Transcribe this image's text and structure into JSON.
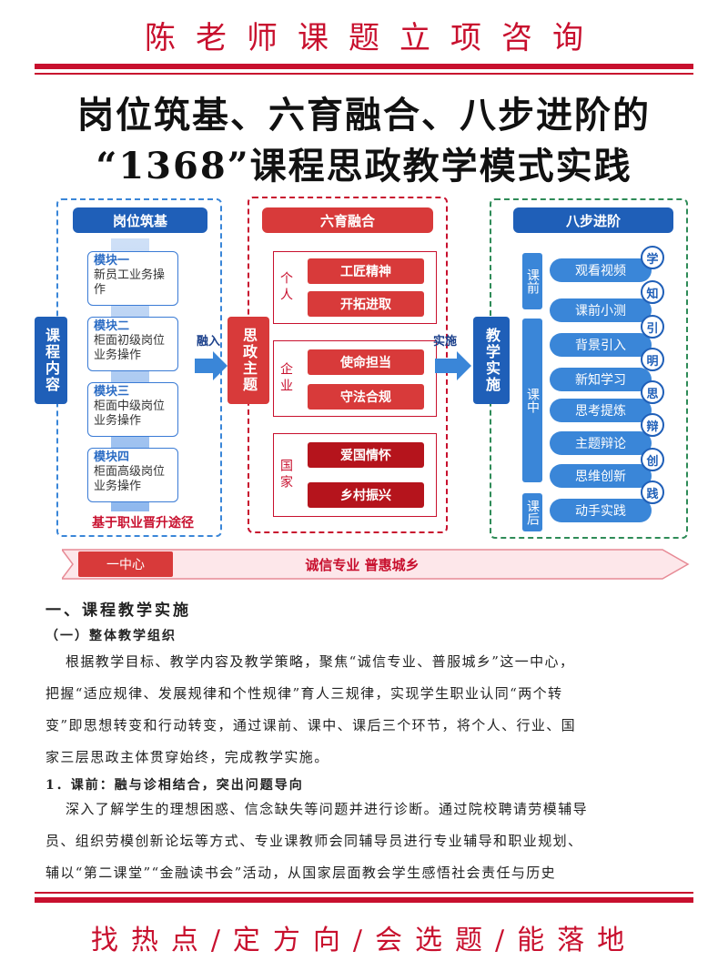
{
  "header": {
    "title": "陈老师课题立项咨询"
  },
  "main_title": {
    "line1": "岗位筑基、六育融合、八步进阶的",
    "line2": "“1368”课程思政教学模式实践"
  },
  "diagram": {
    "left": {
      "head": "岗位筑基",
      "tab": "课程内容",
      "modules": [
        {
          "title": "模块一",
          "text": "新员工业务操作"
        },
        {
          "title": "模块二",
          "text": "柜面初级岗位业务操作"
        },
        {
          "title": "模块三",
          "text": "柜面中级岗位业务操作"
        },
        {
          "title": "模块四",
          "text": "柜面高级岗位业务操作"
        }
      ],
      "foot": "基于职业晋升途径",
      "arrow": "融入"
    },
    "middle": {
      "head": "六育融合",
      "tab": "思政主题",
      "groups": [
        {
          "label": "个人",
          "items": [
            "工匠精神",
            "开拓进取"
          ]
        },
        {
          "label": "企业",
          "items": [
            "使命担当",
            "守法合规"
          ]
        },
        {
          "label": "国家",
          "items": [
            "爱国情怀",
            "乡村振兴"
          ]
        }
      ],
      "arrow": "实施"
    },
    "right": {
      "head": "八步进阶",
      "tab": "教学实施",
      "phases": [
        "课前",
        "课中",
        "课后"
      ],
      "steps": [
        "观看视频",
        "课前小测",
        "背景引入",
        "新知学习",
        "思考提炼",
        "主题辩论",
        "思维创新",
        "动手实践"
      ],
      "chars": [
        "学",
        "知",
        "引",
        "明",
        "思",
        "辩",
        "创",
        "践"
      ]
    },
    "banner": {
      "left": "一中心",
      "text": "诚信专业 普惠城乡"
    }
  },
  "content": {
    "h1": "一、课程教学实施",
    "h2": "（一）整体教学组织",
    "para1_lines": [
      "根据教学目标、教学内容及教学策略，聚焦“诚信专业、普服城乡”这一中心，",
      "把握“适应规律、发展规律和个性规律”育人三规律，实现学生职业认同“两个转",
      "变”即思想转变和行动转变，通过课前、课中、课后三个环节，将个人、行业、国",
      "家三层思政主体贯穿始终，完成教学实施。"
    ],
    "h3": "1．课前：融与诊相结合，突出问题导向",
    "para2_lines": [
      "深入了解学生的理想困惑、信念缺失等问题并进行诊断。通过院校聘请劳模辅导",
      "员、组织劳模创新论坛等方式、专业课教师会同辅导员进行专业辅导和职业规划、",
      "辅以“第二课堂”“金融读书会”活动，从国家层面教会学生感悟社会责任与历史"
    ]
  },
  "footer": {
    "title": "找热点/定方向/会选题/能落地"
  },
  "colors": {
    "brand_red": "#c8102e",
    "blue": "#1f5fb8",
    "light_blue": "#3a86d8"
  }
}
